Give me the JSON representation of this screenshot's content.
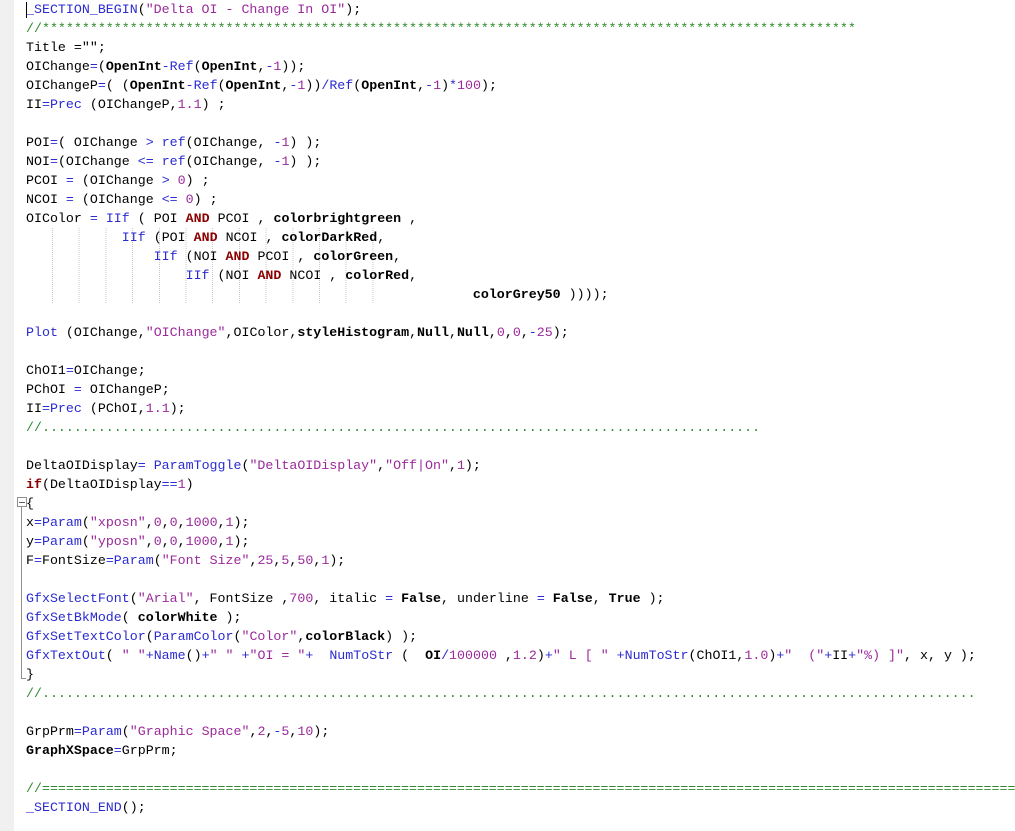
{
  "editor": {
    "lines": [
      "_SECTION_BEGIN(\"Delta OI - Change In OI\");",
      "//******************************************************************************************************",
      "Title =\"\";",
      "OIChange=(OpenInt-Ref(OpenInt,-1));",
      "OIChangeP=( (OpenInt-Ref(OpenInt,-1))/Ref(OpenInt,-1)*100);",
      "II=Prec (OIChangeP,1.1) ;",
      "",
      "POI=( OIChange > ref(OIChange, -1) );",
      "NOI=(OIChange <= ref(OIChange, -1) );",
      "PCOI = (OIChange > 0) ;",
      "NCOI = (OIChange <= 0) ;",
      "OIColor = IIf ( POI AND PCOI , colorbrightgreen ,",
      "            IIf (POI AND NCOI , colorDarkRed,",
      "                IIf (NOI AND PCOI , colorGreen,",
      "                    IIf (NOI AND NCOI , colorRed,",
      "                                                        colorGrey50 ))));",
      "",
      "Plot (OIChange,\"OIChange\",OIColor,styleHistogram,Null,Null,0,0,-25);",
      "",
      "ChOI1=OIChange;",
      "PChOI = OIChangeP;",
      "II=Prec (PChOI,1.1);",
      "//..........................................................................................",
      "",
      "DeltaOIDisplay= ParamToggle(\"DeltaOIDisplay\",\"Off|On\",1);",
      "if(DeltaOIDisplay==1)",
      "{",
      "x=Param(\"xposn\",0,0,1000,1);",
      "y=Param(\"yposn\",0,0,1000,1);",
      "F=FontSize=Param(\"Font Size\",25,5,50,1);",
      "",
      "GfxSelectFont(\"Arial\", FontSize ,700, italic = False, underline = False, True );",
      "GfxSetBkMode( colorWhite );",
      "GfxSetTextColor(ParamColor(\"Color\",colorBlack) );",
      "GfxTextOut( \" \"+Name()+\" \" +\"OI = \"+  NumToStr (  OI/100000 ,1.2)+\" L [ \" +NumToStr(ChOI1,1.0)+\"  (\"+II+\"%) ]\", x, y );",
      "}",
      "//.....................................................................................................................",
      "",
      "GrpPrm=Param(\"Graphic Space\",2,-5,10);",
      "GraphXSpace=GrpPrm;",
      "",
      "//==============================================================================================================================",
      "_SECTION_END();"
    ]
  },
  "colors": {
    "comment": "#2e8b2e",
    "string": "#9a2a9a",
    "function": "#2b2bd0",
    "keyword": "#8b0000"
  }
}
